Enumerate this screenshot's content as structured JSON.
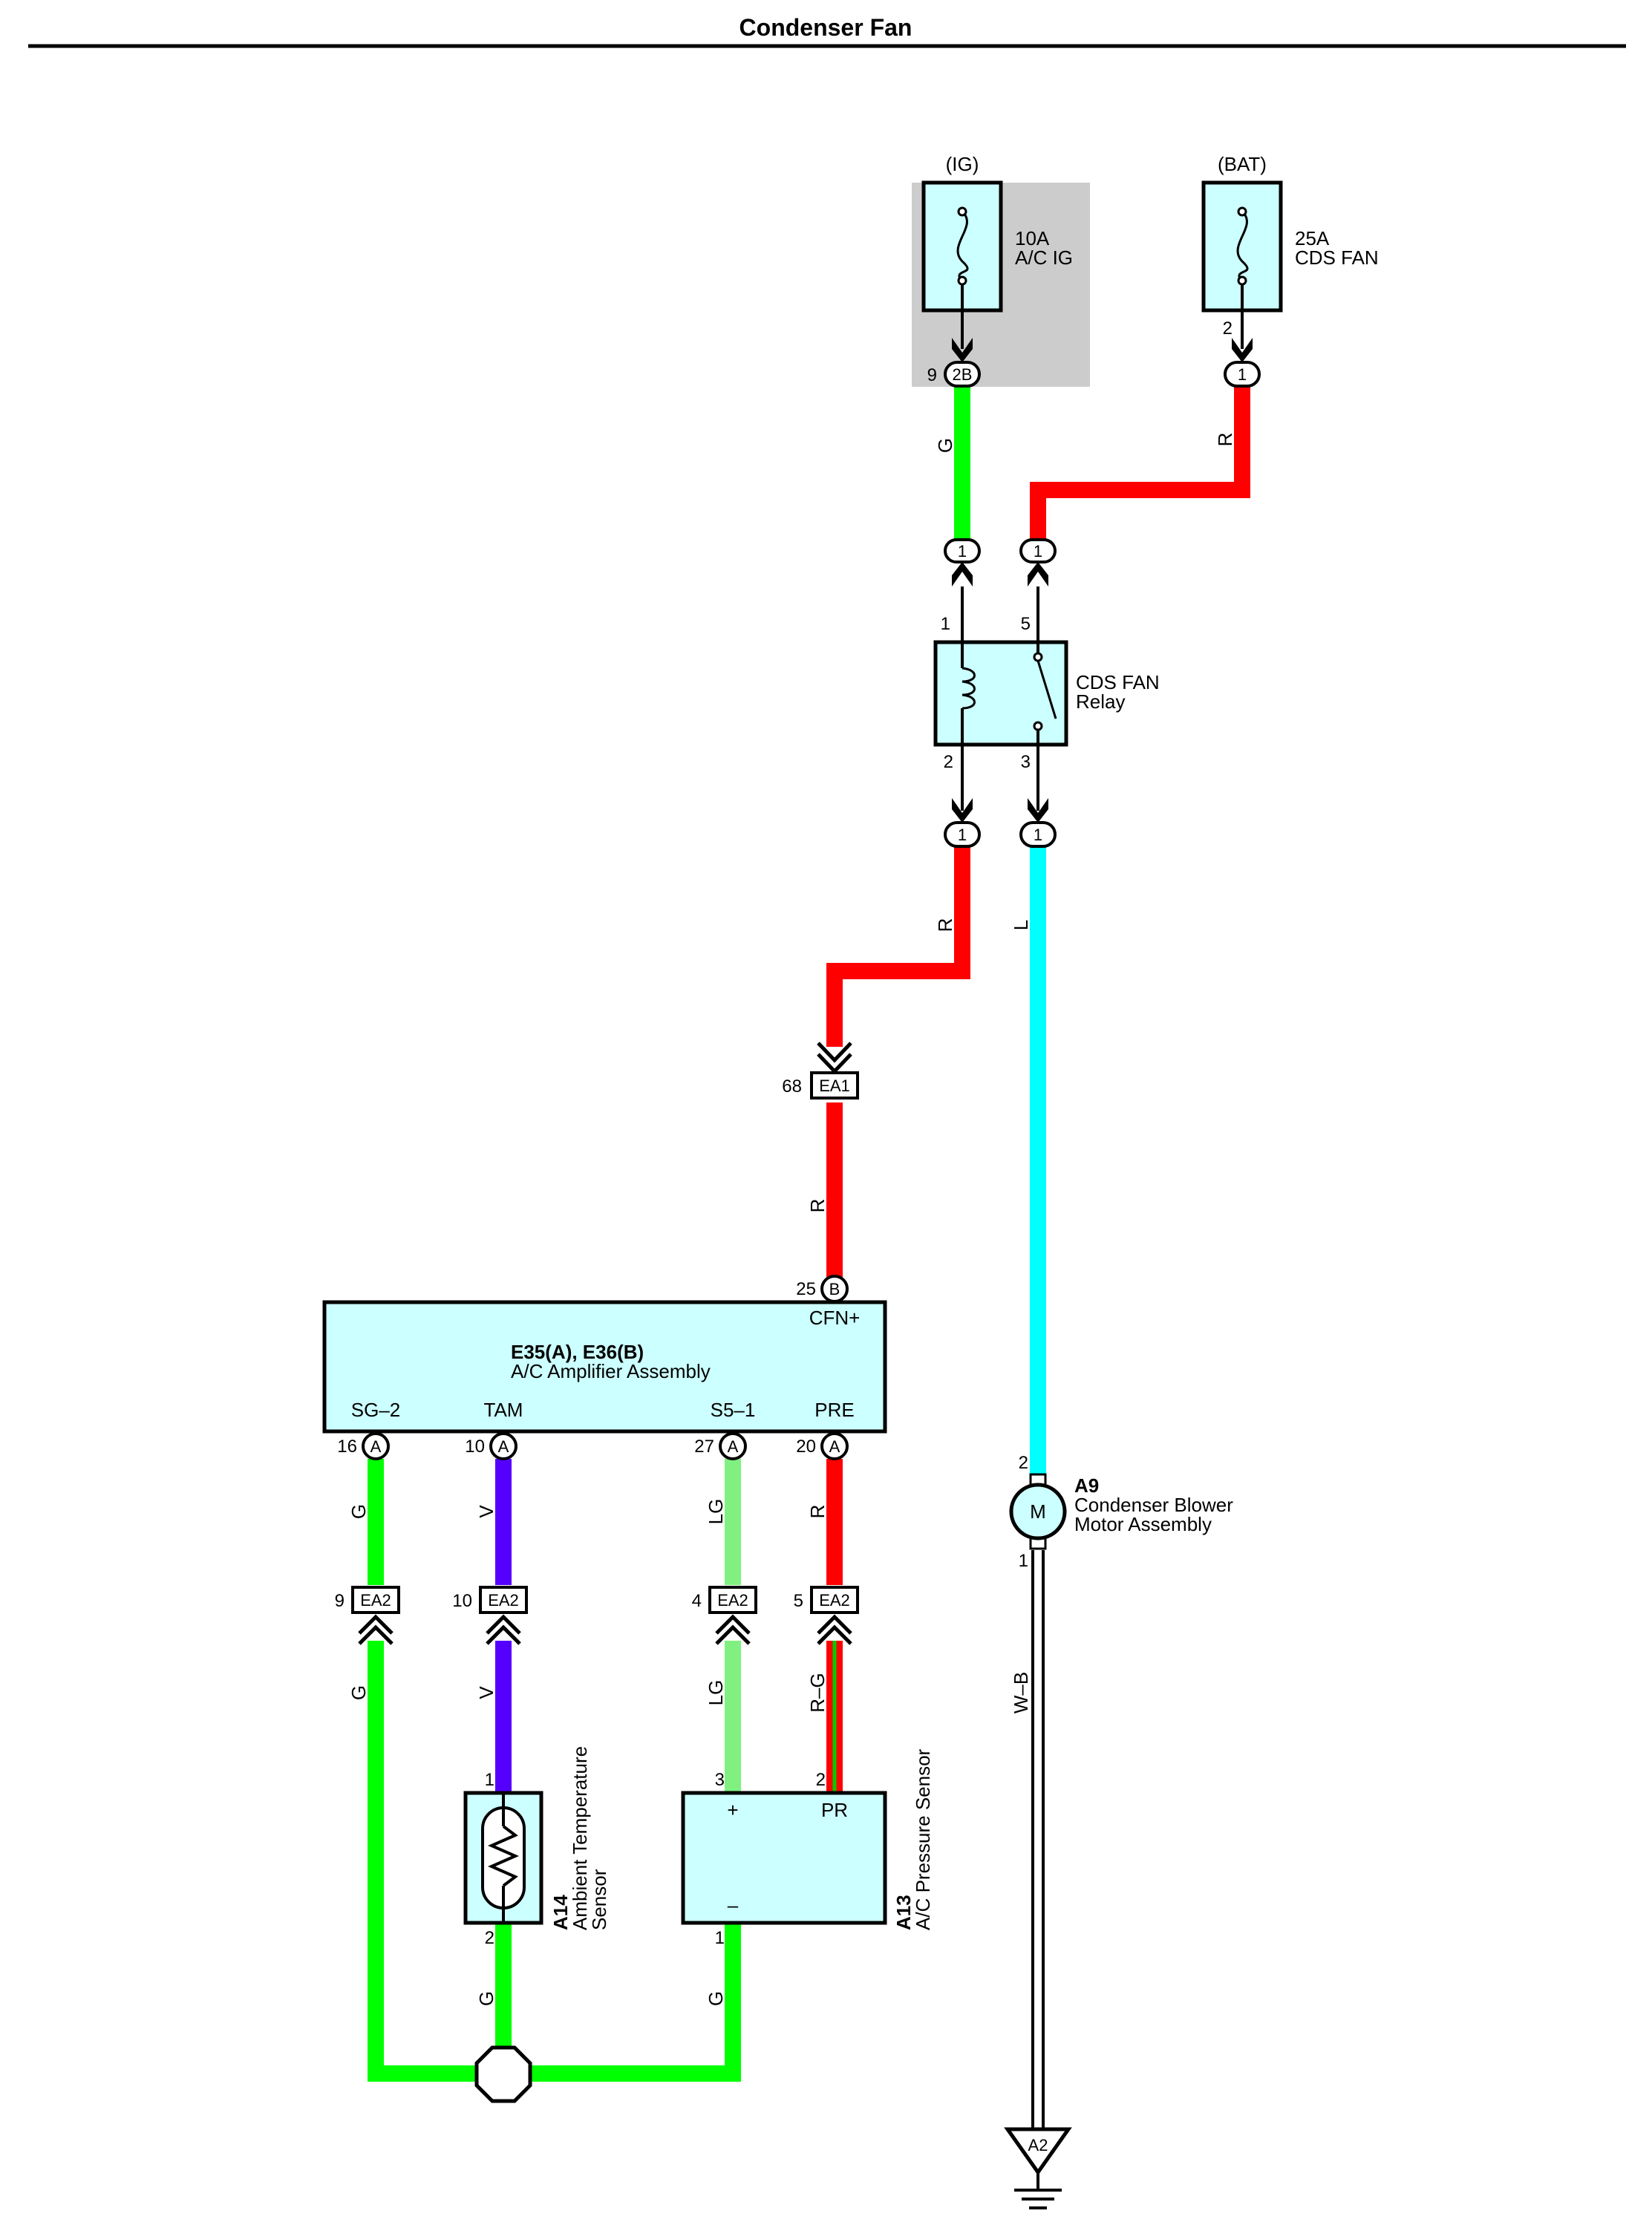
{
  "title": "Condenser Fan",
  "colors": {
    "G": "#00ff00",
    "R": "#ff0000",
    "L": "#00ffff",
    "V": "#5500ff",
    "LG": "#80f080",
    "box_fill": "#ccffff",
    "shade": "#cccccc"
  },
  "fuses": {
    "ig": {
      "header": "(IG)",
      "rating": "10A",
      "name": "A/C IG"
    },
    "bat": {
      "header": "(BAT)",
      "rating": "25A",
      "name": "CDS FAN"
    }
  },
  "relay": {
    "name_line1": "CDS FAN",
    "name_line2": "Relay",
    "pins": [
      "1",
      "5",
      "2",
      "3"
    ]
  },
  "amplifier": {
    "code": "E35(A), E36(B)",
    "name": "A/C Amplifier Assembly",
    "terminals": [
      "CFN+",
      "SG–2",
      "TAM",
      "S5–1",
      "PRE"
    ]
  },
  "motor": {
    "code": "A9",
    "name_line1": "Condenser Blower",
    "name_line2": "Motor Assembly",
    "symbol": "M"
  },
  "ambient_sensor": {
    "code": "A14",
    "name_line1": "Ambient Temperature",
    "name_line2": "Sensor"
  },
  "pressure_sensor": {
    "code": "A13",
    "name": "A/C Pressure Sensor",
    "terminals": [
      "+",
      "PR",
      "–"
    ]
  },
  "ground": {
    "label": "A2"
  },
  "connectors": {
    "ig_fuse_out": {
      "pin": "9",
      "label": "2B"
    },
    "bat_fuse_out": {
      "pin": "2",
      "label": "1"
    },
    "relay_in_left": "1",
    "relay_in_right": "1",
    "relay_out_left": "1",
    "relay_out_right": "1",
    "ea1": {
      "pin": "68",
      "label": "EA1"
    },
    "amp_b25": {
      "pin": "25",
      "label": "B"
    },
    "amp_a16": {
      "pin": "16",
      "label": "A"
    },
    "amp_a10": {
      "pin": "10",
      "label": "A"
    },
    "amp_a27": {
      "pin": "27",
      "label": "A"
    },
    "amp_a20": {
      "pin": "20",
      "label": "A"
    },
    "ea2_9": {
      "pin": "9",
      "label": "EA2"
    },
    "ea2_10": {
      "pin": "10",
      "label": "EA2"
    },
    "ea2_4": {
      "pin": "4",
      "label": "EA2"
    },
    "ea2_5": {
      "pin": "5",
      "label": "EA2"
    }
  },
  "component_pins": {
    "motor_top": "2",
    "motor_bottom": "1",
    "ambient_top": "1",
    "ambient_bottom": "2",
    "pressure_plus": "3",
    "pressure_pr": "2",
    "pressure_minus": "1"
  },
  "wires": {
    "ig_out": "G",
    "bat_out": "R",
    "relay_coil_out": "R",
    "relay_switch_out": "L",
    "ea1_to_amp": "R",
    "sg2_upper": "G",
    "sg2_lower": "G",
    "tam_upper": "V",
    "tam_lower": "V",
    "s51_upper": "LG",
    "s51_lower": "LG",
    "pre_upper": "R",
    "pre_lower": "R–G",
    "ambient_ground": "G",
    "pressure_ground": "G",
    "motor_ground": "W–B"
  }
}
